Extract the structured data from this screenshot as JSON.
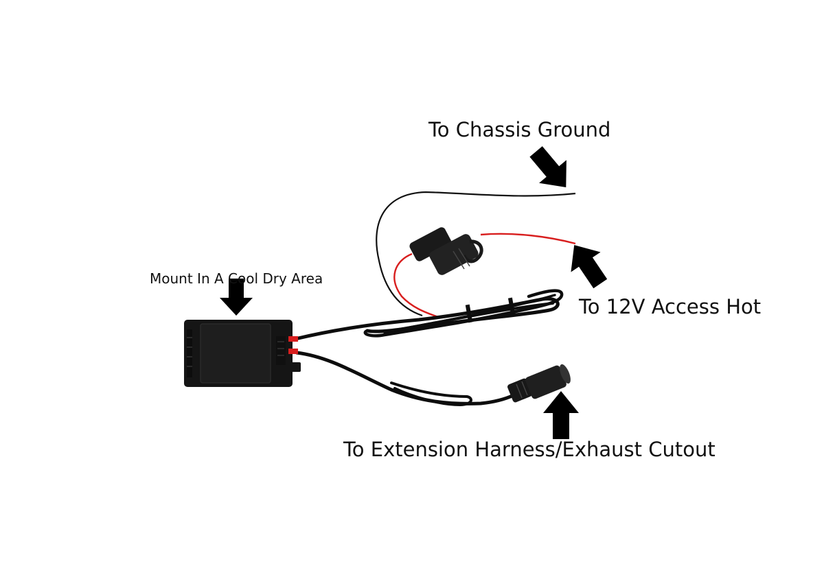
{
  "labels": {
    "chassis_ground": "To Chassis Ground",
    "access_hot": "To 12V Access Hot",
    "mount": "Mount In A Cool Dry Area",
    "extension": "To Extension Harness/Exhaust Cutout"
  },
  "colors": {
    "background": "#ffffff",
    "module": "#151515",
    "cable": "#0d0d0d",
    "hot_wire": "#d81e1e",
    "arrow": "#000000",
    "text": "#111111"
  },
  "arrows": [
    "chassis-ground-arrow-icon",
    "access-hot-arrow-icon",
    "mount-arrow-icon",
    "extension-arrow-icon"
  ]
}
